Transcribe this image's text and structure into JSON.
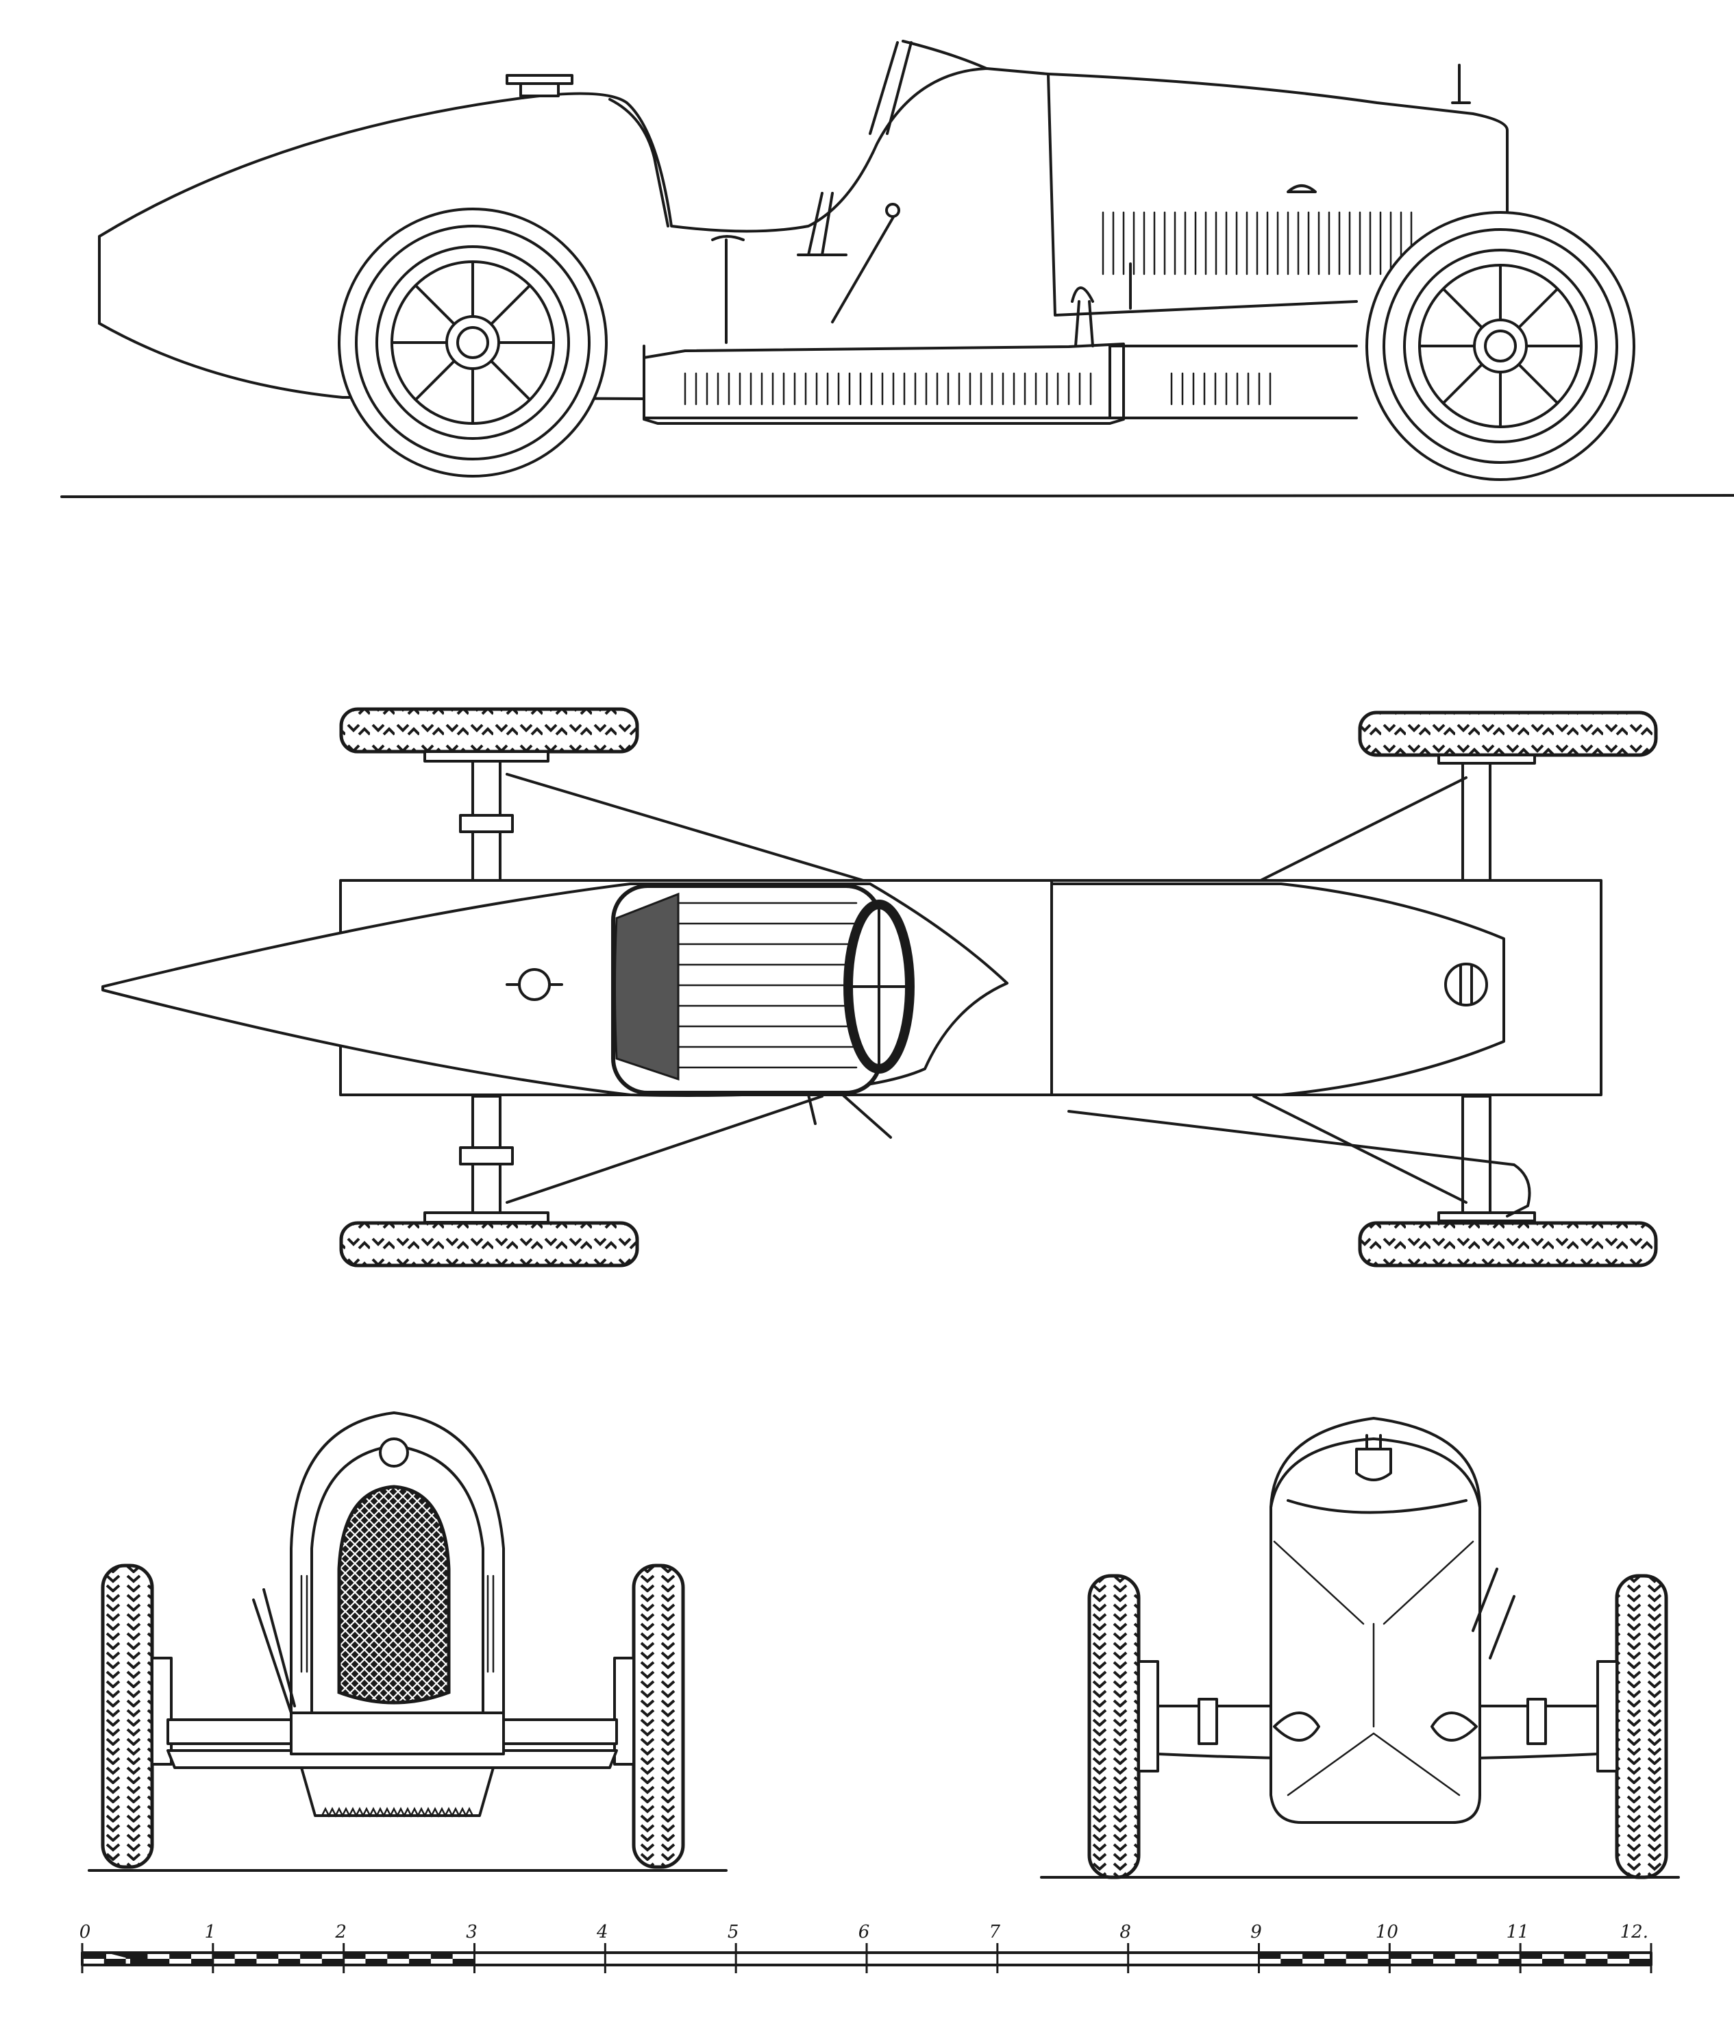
{
  "scale_bar": {
    "labels": [
      "0",
      "1",
      "2",
      "3",
      "4",
      "5",
      "6",
      "7",
      "8",
      "9",
      "10",
      "11",
      "12."
    ]
  }
}
